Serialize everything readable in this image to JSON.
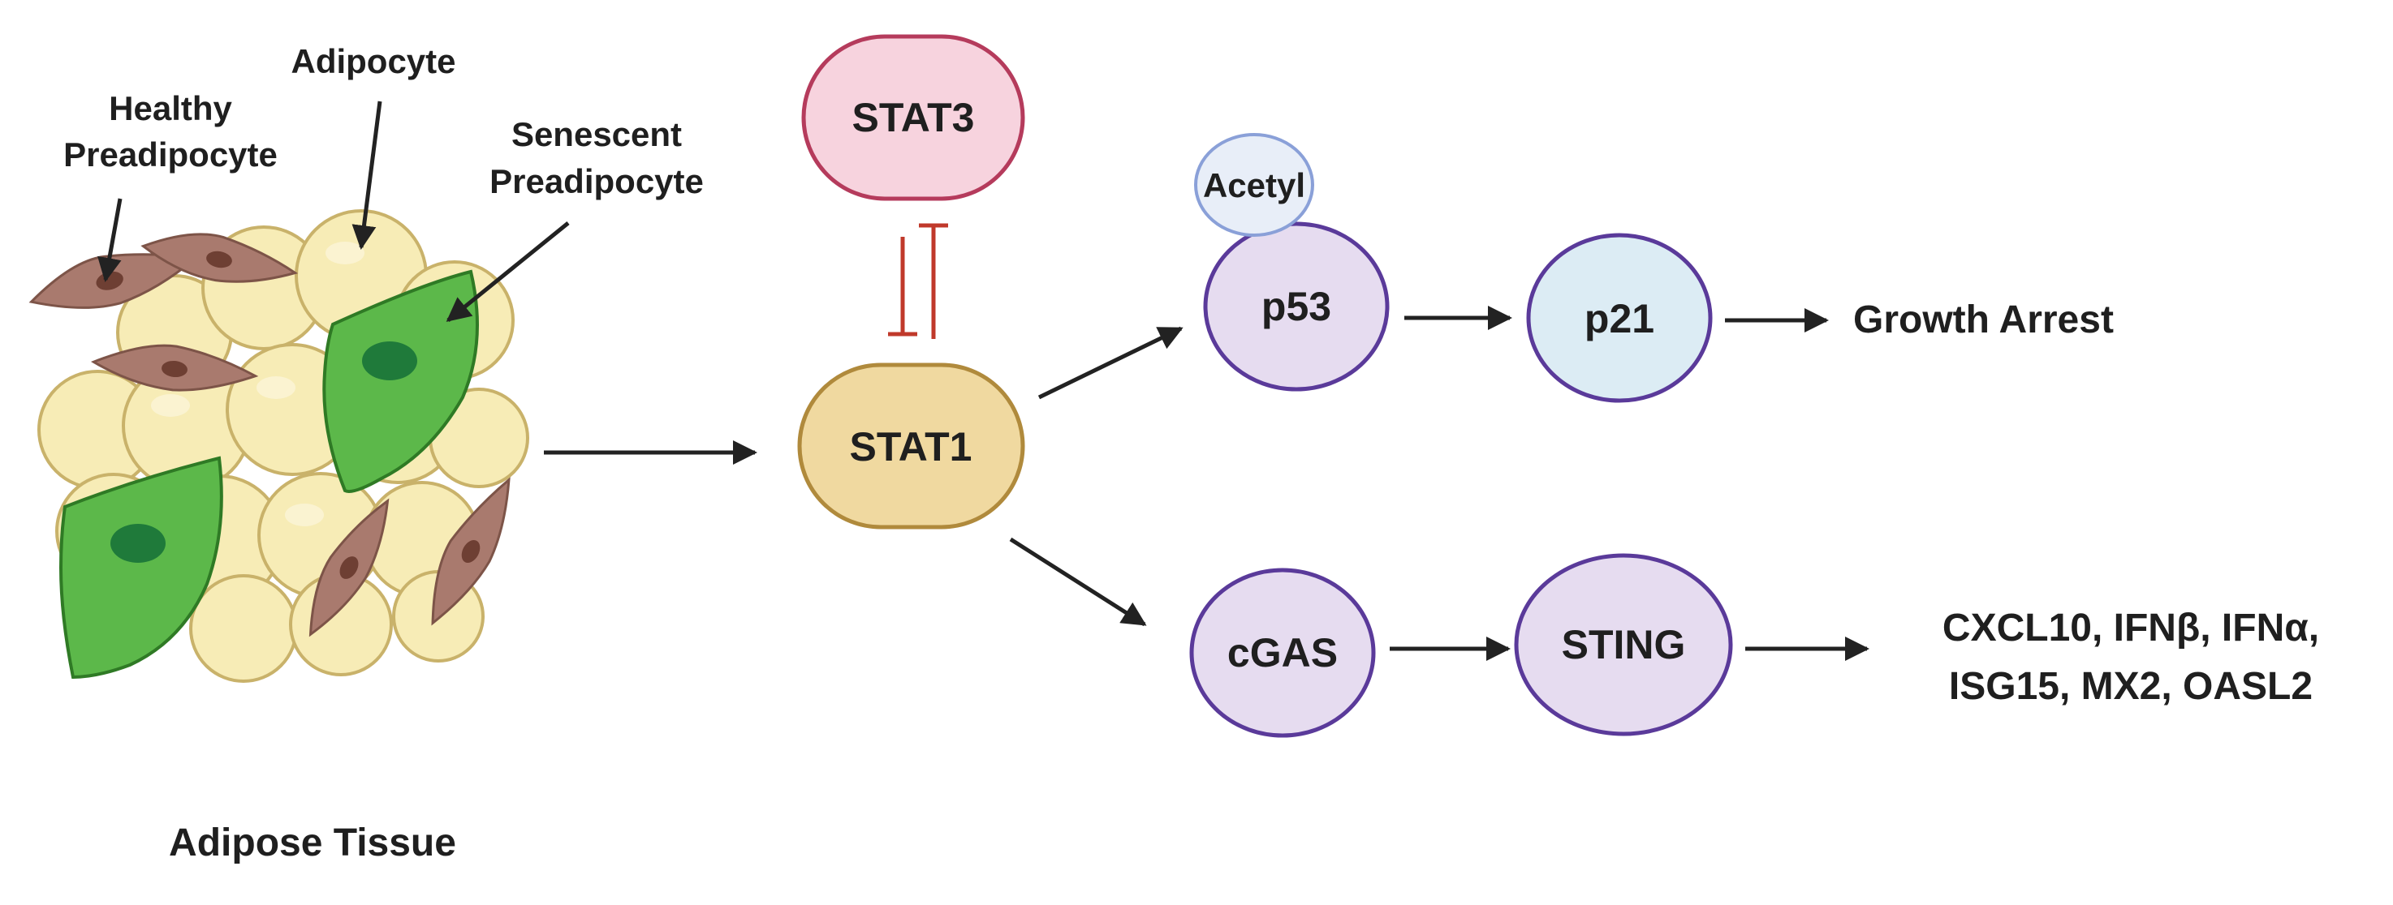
{
  "tissue": {
    "labels": {
      "healthy_line1": "Healthy",
      "healthy_line2": "Preadipocyte",
      "adipocyte": "Adipocyte",
      "senescent_line1": "Senescent",
      "senescent_line2": "Preadipocyte",
      "tissue": "Adipose Tissue"
    }
  },
  "nodes": {
    "stat3": "STAT3",
    "stat1": "STAT1",
    "acetyl": "Acetyl",
    "p53": "p53",
    "p21": "p21",
    "cgas": "cGAS",
    "sting": "STING"
  },
  "outputs": {
    "growth": "Growth Arrest",
    "genes_line1": "CXCL10, IFNβ, IFNα,",
    "genes_line2": "ISG15, MX2, OASL2"
  },
  "colors": {
    "stat3_fill": "#f7d3de",
    "stat3_stroke": "#b53b5c",
    "stat1_fill": "#f0d9a0",
    "stat1_stroke": "#b08a3c",
    "protein_fill": "#e6dcf0",
    "protein_stroke": "#5a3a9a",
    "p21_fill": "#dcecf4",
    "acetyl_fill": "#e8eef8",
    "acetyl_stroke": "#8aa0d8",
    "inhibit": "#c0392b",
    "arrow": "#222222",
    "adipocyte_fill": "#f7ecb6",
    "adipocyte_stroke": "#c9b26a",
    "healthy_fill": "#a97a6e",
    "healthy_nucleus": "#6e3f33",
    "senescent_fill": "#5cb84a",
    "senescent_stroke": "#2f7a25",
    "senescent_nucleus": "#1f7a3a"
  }
}
